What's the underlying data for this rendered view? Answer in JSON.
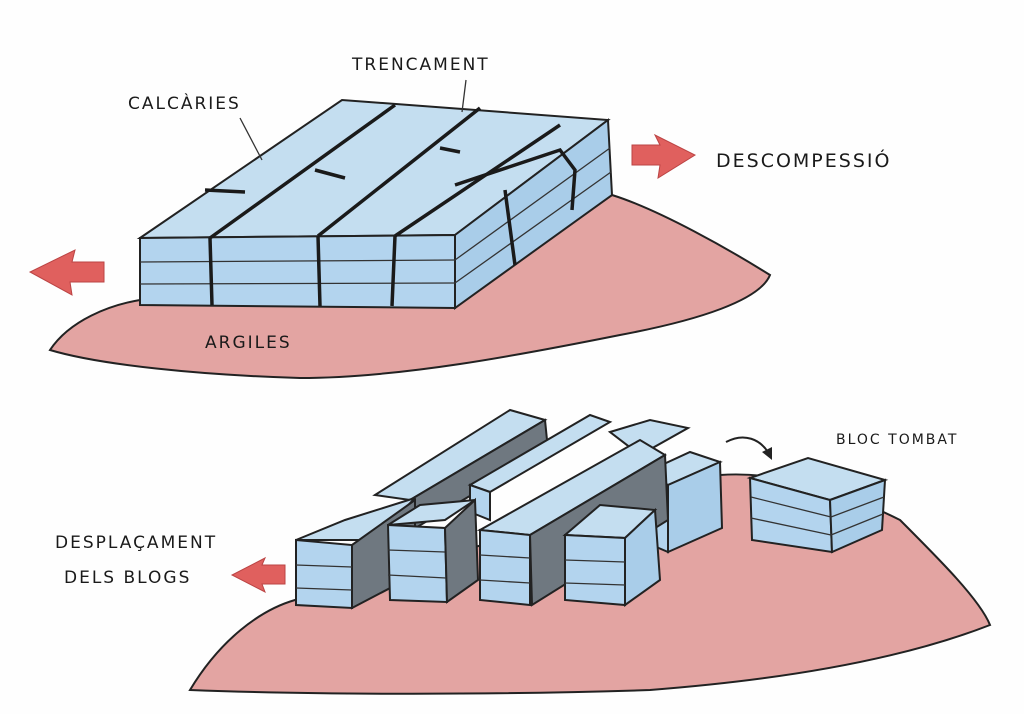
{
  "top_diagram": {
    "labels": {
      "fracture": "TRENCAMENT",
      "limestone": "CALCÀRIES",
      "decompression": "DESCOMPESSIÓ",
      "clays": "ARGILES"
    }
  },
  "bottom_diagram": {
    "labels": {
      "toppled_block": "BLOC TOMBAT",
      "displacement_line1": "DESPLAÇAMENT",
      "displacement_line2": "DELS BLOGS"
    }
  },
  "colors": {
    "limestone": "#b3d4ee",
    "clay": "#e3a4a2",
    "arrow": "#e0605e"
  }
}
